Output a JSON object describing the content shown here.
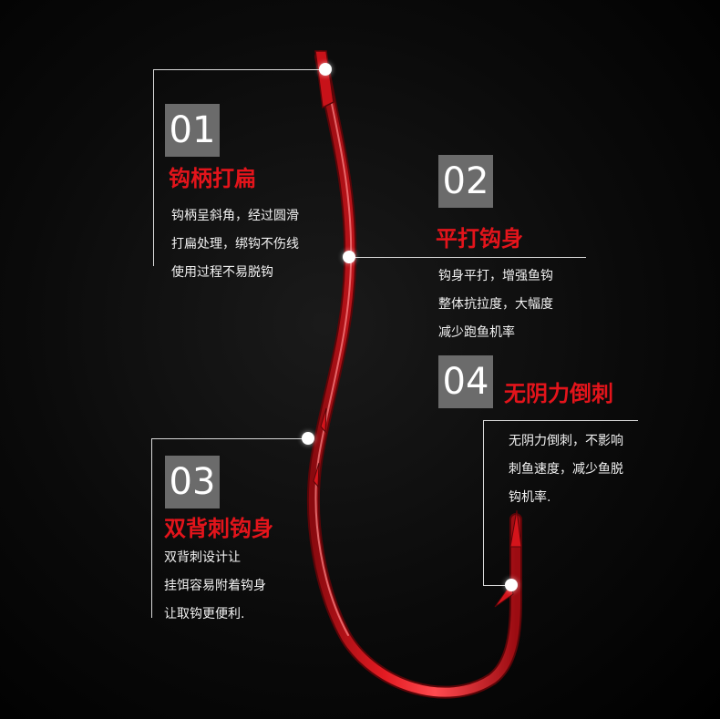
{
  "callouts": [
    {
      "number": "01",
      "title": "钩柄打扁",
      "lines": [
        "钩柄呈斜角，经过圆滑",
        "打扁处理，绑钩不伤线",
        "使用过程不易脱钩"
      ]
    },
    {
      "number": "02",
      "title": "平打钩身",
      "lines": [
        "钩身平打，增强鱼钩",
        "整体抗拉度，大幅度",
        "减少跑鱼机率"
      ]
    },
    {
      "number": "03",
      "title": "双背刺钩身",
      "lines": [
        "双背刺设计让",
        "挂饵容易附着钩身",
        "让取钩更便利."
      ]
    },
    {
      "number": "04",
      "title": "无阴力倒刺",
      "lines": [
        "无阴力倒刺，不影响",
        "刺鱼速度，减少鱼脱",
        "钩机率."
      ]
    }
  ],
  "colors": {
    "background": "#000000",
    "title_red": "#e3141b",
    "hook_red": "#d4141b",
    "badge_gray": "#6b6b6b",
    "text": "#f2f2f2"
  }
}
